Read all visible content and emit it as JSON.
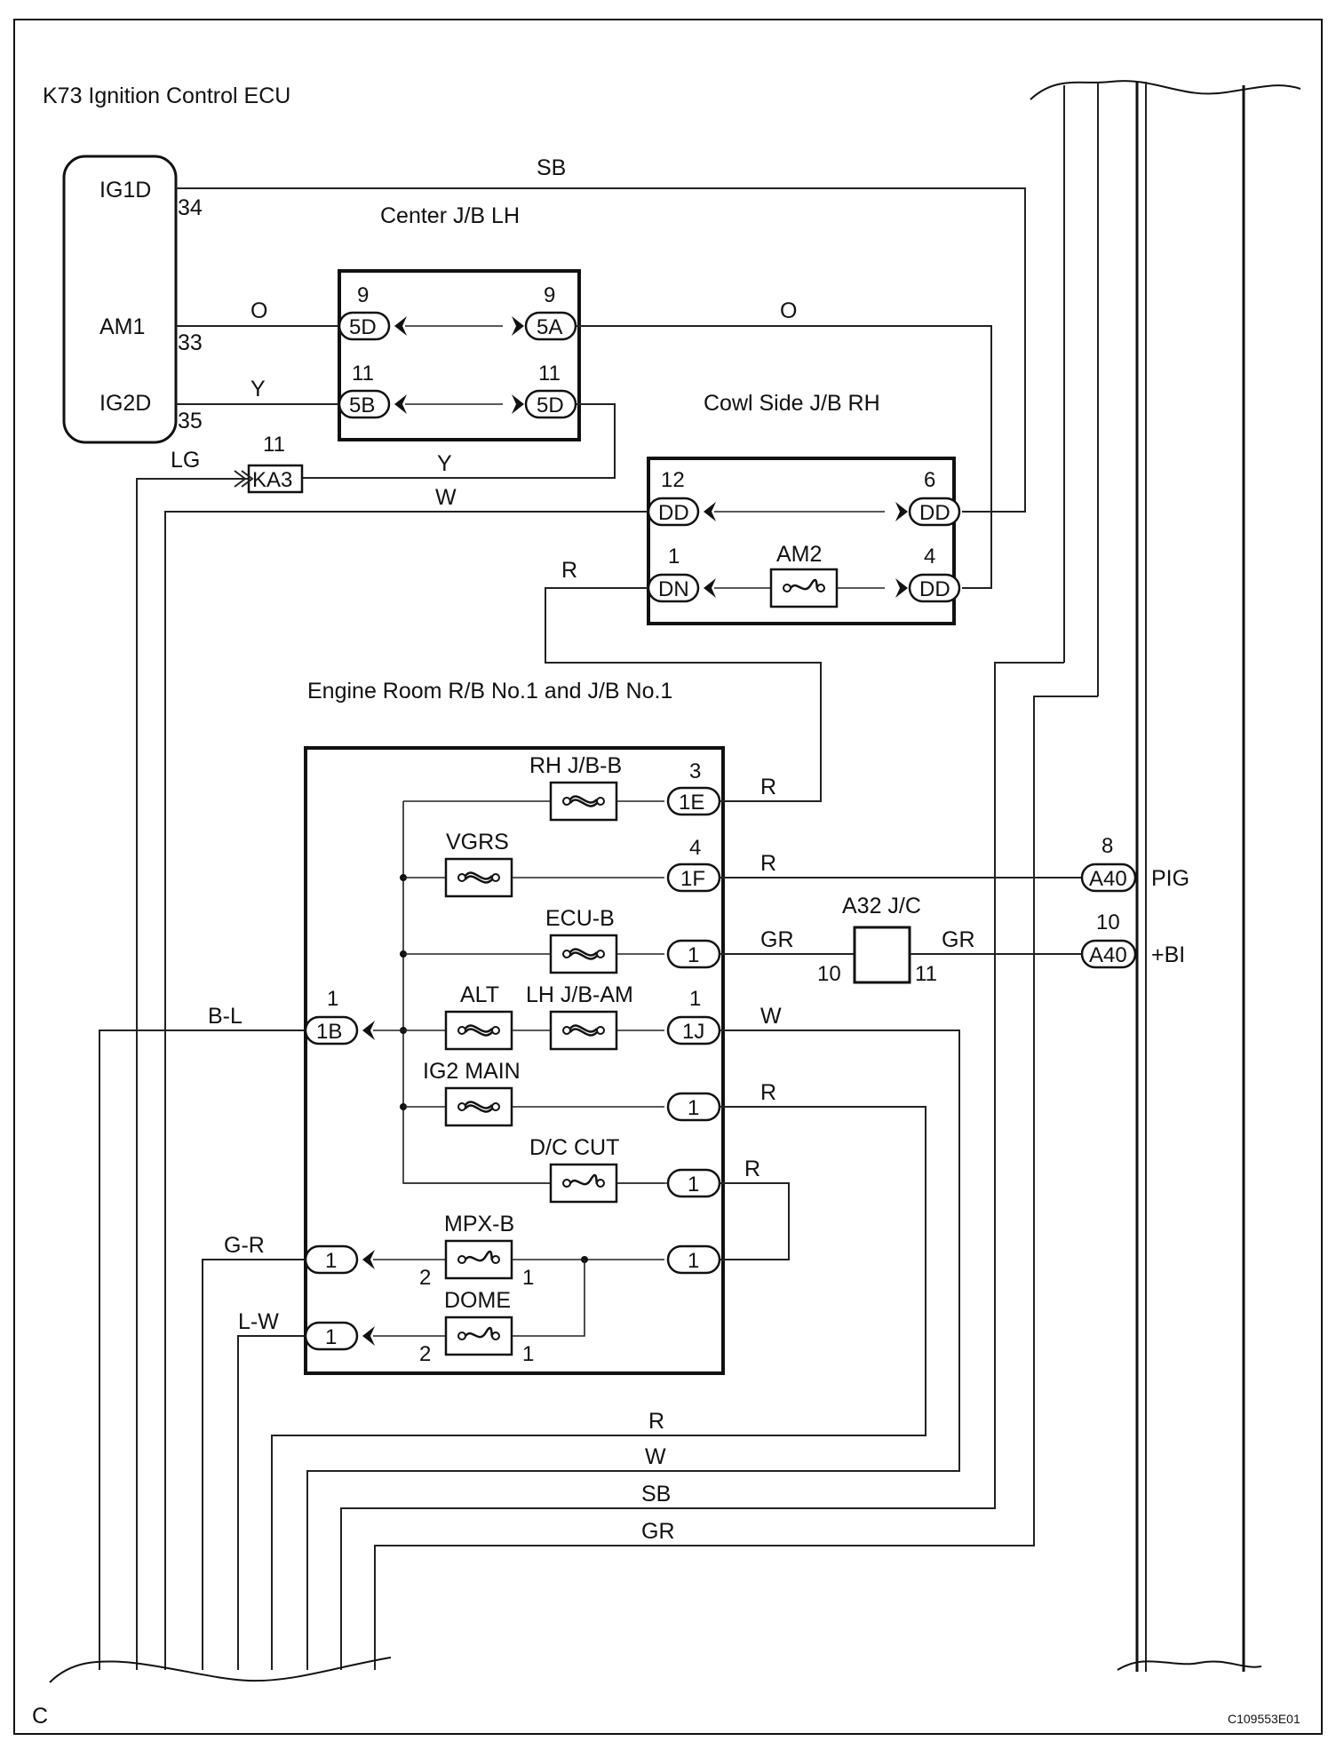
{
  "ecu": {
    "title": "K73 Ignition Control ECU"
  },
  "ecu_pins": [
    {
      "name": "IG1D",
      "num": "34"
    },
    {
      "name": "AM1",
      "num": "33"
    },
    {
      "name": "IG2D",
      "num": "35"
    }
  ],
  "center_jb": {
    "title": "Center J/B LH",
    "connectors": [
      {
        "left_code": "5D",
        "left_pin": "9",
        "right_code": "5A",
        "right_pin": "9"
      },
      {
        "left_code": "5B",
        "left_pin": "11",
        "right_code": "5D",
        "right_pin": "11"
      }
    ]
  },
  "cowl_jb": {
    "title": "Cowl Side J/B RH",
    "connectors": [
      {
        "left_code": "DD",
        "left_pin": "12",
        "right_code": "DD",
        "right_pin": "6"
      },
      {
        "left_code": "DN",
        "left_pin": "1",
        "right_code": "DD",
        "right_pin": "4",
        "fuse": "AM2"
      }
    ]
  },
  "ka3": {
    "code": "KA3",
    "pin": "11"
  },
  "engine_rb": {
    "title": "Engine Room R/B No.1 and J/B No.1",
    "left_connector": {
      "code": "1B",
      "pin": "1"
    },
    "fuses": [
      "RH J/B-B",
      "VGRS",
      "ECU-B",
      "ALT",
      "LH J/B-AM",
      "IG2 MAIN",
      "D/C CUT",
      "MPX-B",
      "DOME"
    ],
    "outputs": [
      {
        "code": "1E",
        "pin": "3"
      },
      {
        "code": "1F",
        "pin": "4"
      },
      {
        "code": "1",
        "pin": ""
      },
      {
        "code": "1J",
        "pin": "1"
      },
      {
        "code": "1",
        "pin": ""
      },
      {
        "code": "1",
        "pin": ""
      },
      {
        "code": "1",
        "pin": ""
      }
    ],
    "bottom_left": [
      {
        "code": "1"
      },
      {
        "code": "1"
      }
    ],
    "fuse_pins": [
      "2",
      "1",
      "2",
      "1"
    ]
  },
  "a32": {
    "title": "A32 J/C",
    "left_pin": "10",
    "right_pin": "11"
  },
  "a40": [
    {
      "code": "A40",
      "pin": "8",
      "signal": "PIG"
    },
    {
      "code": "A40",
      "pin": "10",
      "signal": "+BI"
    }
  ],
  "wires": {
    "sb_top": "SB",
    "o_left": "O",
    "o_right": "O",
    "y_left": "Y",
    "y_mid": "Y",
    "lg": "LG",
    "w_dd": "W",
    "r_dn": "R",
    "r_1e": "R",
    "r_1f": "R",
    "gr_left": "GR",
    "gr_right": "GR",
    "bl": "B-L",
    "w_1j": "W",
    "r_ig2": "R",
    "r_dc": "R",
    "gr_mpx": "G-R",
    "lw_dome": "L-W",
    "bus": [
      "R",
      "W",
      "SB",
      "GR"
    ]
  },
  "footer": {
    "corner": "C",
    "code": "C109553E01"
  }
}
